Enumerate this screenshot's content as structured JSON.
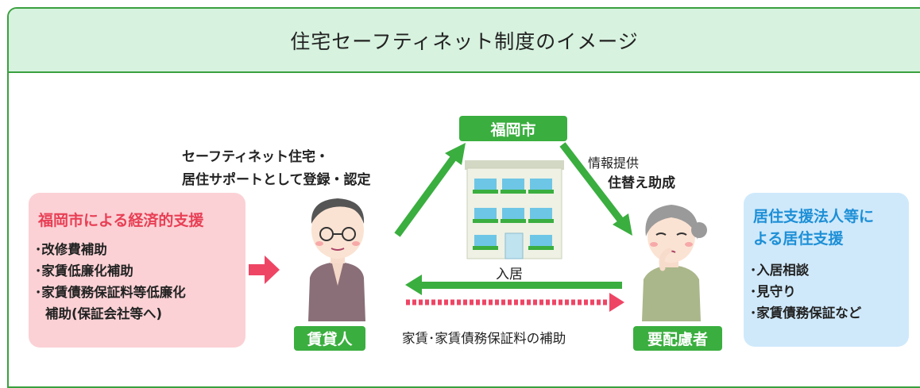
{
  "title": "住宅セーフティネット制度のイメージ",
  "city_label": "福岡市",
  "landlord_label": "賃貸人",
  "needy_label": "要配慮者",
  "registration_text": {
    "line1": "セーフティネット住宅・",
    "line2": "居住サポートとして登録・認定"
  },
  "info_text": {
    "line1": "情報提供",
    "line2": "住替え助成"
  },
  "move_in_label": "入居",
  "subsidy_label": "家賃･家賃債務保証料の補助",
  "left_panel": {
    "title": "福岡市による経済的支援",
    "items": [
      "･改修費補助",
      "･家賃低廉化補助",
      "･家賃債務保証料等低廉化",
      "補助(保証会社等へ)"
    ]
  },
  "right_panel": {
    "title_line1": "居住支援法人等に",
    "title_line2": "よる居住支援",
    "items": [
      "･入居相談",
      "･見守り",
      "･家賃債務保証など"
    ]
  },
  "colors": {
    "green": "#3aae3f",
    "header_bg": "#d7f2df",
    "pink_panel": "#fbd1d5",
    "red_title": "#e83f55",
    "blue_panel": "#cfe9fb",
    "blue_title": "#1d8fd6"
  }
}
